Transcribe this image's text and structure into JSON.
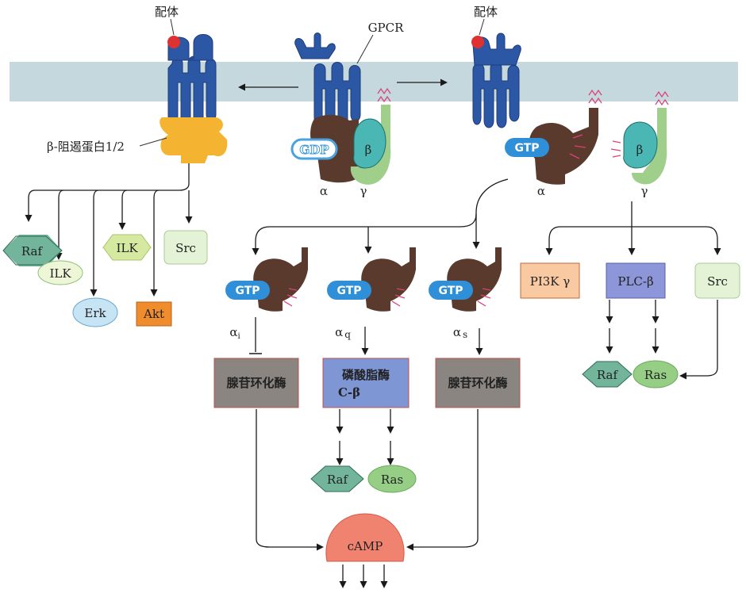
{
  "labels": {
    "ligand": "配体",
    "gpcr": "GPCR",
    "arrestin": "β-阻遏蛋白1/2",
    "gdp": "GDP",
    "gtp": "GTP",
    "beta": "β",
    "gamma": "γ",
    "alpha": "α",
    "alpha_i": "α",
    "alpha_i_sub": "i",
    "alpha_q": "α",
    "alpha_q_sub": "q",
    "alpha_s": "α",
    "alpha_s_sub": "s"
  },
  "arrestin_targets": [
    "Raf",
    "ILK",
    "Erk",
    "ILK",
    "Akt",
    "Src"
  ],
  "betagamma_targets": {
    "pi3k": "PI3K γ",
    "plc": "PLC-β",
    "src": "Src",
    "raf": "Raf",
    "ras": "Ras"
  },
  "alpha_paths": {
    "ai_enzyme": "腺苷环化酶",
    "aq_enzyme_line1": "磷酸脂酶",
    "aq_enzyme_line2": "C-β",
    "as_enzyme": "腺苷环化酶",
    "raf": "Raf",
    "ras": "Ras"
  },
  "second_messenger": "cAMP",
  "colors": {
    "membrane": "#c5d8de",
    "receptor": "#2c57a4",
    "receptor_dark": "#1d3c7a",
    "ligand": "#e03131",
    "arrestin": "#f4b331",
    "g_alpha": "#5a3a2c",
    "g_beta": "#4ab7b4",
    "g_gamma": "#9fcf8a",
    "gtp_pill": "#2f8fd8",
    "adenylyl_cyclase": "#8a8580",
    "plc_box": "#7f96d4",
    "camp": "#f08270",
    "raf": "#72b59b",
    "ras": "#96ce86",
    "ilk_hex": "#d5eaa0",
    "akt": "#ef8c2d",
    "pi3k": "#f9c9a2",
    "plc_b": "#8c96d8",
    "src": "#e4f2d6",
    "erk": "#c7e4f4"
  }
}
